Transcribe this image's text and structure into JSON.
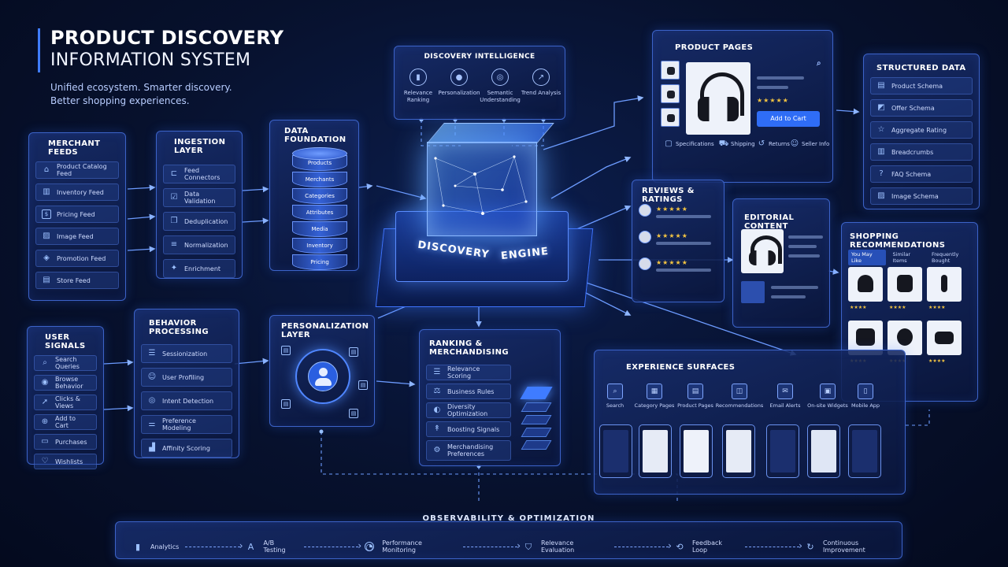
{
  "header": {
    "title_line1": "PRODUCT DISCOVERY",
    "title_line2": "INFORMATION SYSTEM",
    "subtitle_line1": "Unified ecosystem. Smarter discovery.",
    "subtitle_line2": "Better shopping experiences."
  },
  "merchant_feeds": {
    "title": "MERCHANT FEEDS",
    "items": [
      {
        "label": "Product Catalog Feed",
        "icon": "bag-icon"
      },
      {
        "label": "Inventory Feed",
        "icon": "barcode-icon"
      },
      {
        "label": "Pricing Feed",
        "icon": "dollar-icon"
      },
      {
        "label": "Image Feed",
        "icon": "image-icon"
      },
      {
        "label": "Promotion Feed",
        "icon": "tag-icon"
      },
      {
        "label": "Store Feed",
        "icon": "store-icon"
      }
    ]
  },
  "ingestion_layer": {
    "title": "INGESTION LAYER",
    "items": [
      {
        "label": "Feed Connectors",
        "icon": "plug-icon"
      },
      {
        "label": "Data Validation",
        "icon": "checklist-icon"
      },
      {
        "label": "Deduplication",
        "icon": "copy-icon"
      },
      {
        "label": "Normalization",
        "icon": "equalizer-icon"
      },
      {
        "label": "Enrichment",
        "icon": "sparkle-icon"
      }
    ]
  },
  "data_foundation": {
    "title": "DATA FOUNDATION",
    "segments": [
      "Products",
      "Merchants",
      "Categories",
      "Attributes",
      "Media",
      "Inventory",
      "Pricing"
    ]
  },
  "discovery_intelligence": {
    "title": "DISCOVERY INTELLIGENCE",
    "items": [
      {
        "label": "Relevance Ranking",
        "icon": "bar-chart-icon"
      },
      {
        "label": "Personalization",
        "icon": "user-icon"
      },
      {
        "label": "Semantic Understanding",
        "icon": "target-icon"
      },
      {
        "label": "Trend Analysis",
        "icon": "trend-icon"
      }
    ]
  },
  "engine": {
    "word1": "DISCOVERY",
    "word2": "ENGINE"
  },
  "product_pages": {
    "title": "PRODUCT PAGES",
    "add_to_cart": "Add to Cart",
    "rating_stars": "★★★★★",
    "tabs": [
      {
        "label": "Specifications",
        "icon": "doc-icon"
      },
      {
        "label": "Shipping",
        "icon": "truck-icon"
      },
      {
        "label": "Returns",
        "icon": "return-icon"
      },
      {
        "label": "Seller Info",
        "icon": "person-icon"
      }
    ]
  },
  "structured_data": {
    "title": "STRUCTURED DATA",
    "items": [
      {
        "label": "Product Schema",
        "icon": "schema-icon"
      },
      {
        "label": "Offer Schema",
        "icon": "offer-icon"
      },
      {
        "label": "Aggregate Rating",
        "icon": "rating-icon"
      },
      {
        "label": "Breadcrumbs",
        "icon": "breadcrumb-icon"
      },
      {
        "label": "FAQ Schema",
        "icon": "faq-icon"
      },
      {
        "label": "Image Schema",
        "icon": "image-icon"
      }
    ]
  },
  "reviews": {
    "title": "REVIEWS & RATINGS",
    "stars": "★★★★★"
  },
  "editorial": {
    "title": "EDITORIAL CONTENT"
  },
  "shopping_recommendations": {
    "title": "SHOPPING RECOMMENDATIONS",
    "tabs": [
      "You May Like",
      "Similar Items",
      "Frequently Bought"
    ],
    "stars": "★★★★"
  },
  "user_signals": {
    "title": "USER SIGNALS",
    "items": [
      {
        "label": "Search Queries",
        "icon": "search-icon"
      },
      {
        "label": "Browse Behavior",
        "icon": "eye-icon"
      },
      {
        "label": "Clicks & Views",
        "icon": "cursor-icon"
      },
      {
        "label": "Add to Cart",
        "icon": "cart-icon"
      },
      {
        "label": "Purchases",
        "icon": "receipt-icon"
      },
      {
        "label": "Wishlists",
        "icon": "heart-icon"
      }
    ]
  },
  "behavior_processing": {
    "title": "BEHAVIOR PROCESSING",
    "items": [
      {
        "label": "Sessionization",
        "icon": "list-icon"
      },
      {
        "label": "User Profiling",
        "icon": "profile-icon"
      },
      {
        "label": "Intent Detection",
        "icon": "target-icon"
      },
      {
        "label": "Preference Modeling",
        "icon": "sliders-icon"
      },
      {
        "label": "Affinity Scoring",
        "icon": "bar-chart-icon"
      }
    ]
  },
  "personalization_layer": {
    "title": "PERSONALIZATION LAYER"
  },
  "ranking": {
    "title": "RANKING & MERCHANDISING",
    "items": [
      {
        "label": "Relevance Scoring",
        "icon": "list-icon"
      },
      {
        "label": "Business Rules",
        "icon": "rules-icon"
      },
      {
        "label": "Diversity Optimization",
        "icon": "diversity-icon"
      },
      {
        "label": "Boosting Signals",
        "icon": "boost-icon"
      },
      {
        "label": "Merchandising Preferences",
        "icon": "settings-icon"
      }
    ]
  },
  "experience_surfaces": {
    "title": "EXPERIENCE SURFACES",
    "items": [
      {
        "label": "Search",
        "icon": "search-icon"
      },
      {
        "label": "Category Pages",
        "icon": "grid-icon"
      },
      {
        "label": "Product Pages",
        "icon": "page-icon"
      },
      {
        "label": "Recommendations",
        "icon": "recommend-icon"
      },
      {
        "label": "Email Alerts",
        "icon": "mail-icon"
      },
      {
        "label": "On-site Widgets",
        "icon": "widget-icon"
      },
      {
        "label": "Mobile App",
        "icon": "mobile-icon"
      }
    ]
  },
  "observability": {
    "title": "OBSERVABILITY & OPTIMIZATION",
    "steps": [
      {
        "label": "Analytics",
        "icon": "analytics-icon"
      },
      {
        "label": "A/B Testing",
        "icon": "ab-icon"
      },
      {
        "label": "Performance Monitoring",
        "icon": "gauge-icon"
      },
      {
        "label": "Relevance Evaluation",
        "icon": "shield-icon"
      },
      {
        "label": "Feedback Loop",
        "icon": "loop-icon"
      },
      {
        "label": "Continuous Improvement",
        "icon": "refresh-icon"
      }
    ]
  },
  "colors": {
    "accent": "#3f7cff",
    "background": "#07112d",
    "panel_border": "#3c63c8",
    "star": "#f4c542"
  }
}
